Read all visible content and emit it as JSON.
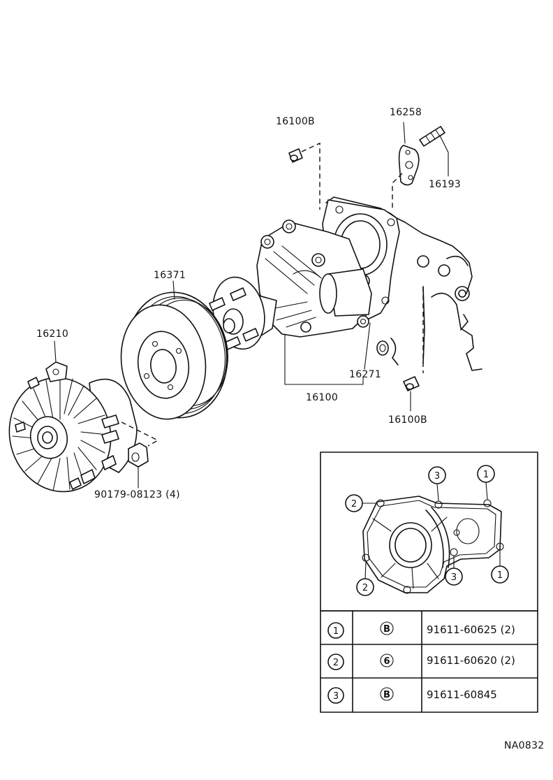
{
  "parts": {
    "p16100B_top": "16100B",
    "p16258": "16258",
    "p16193": "16193",
    "p16371": "16371",
    "p16210": "16210",
    "p16271": "16271",
    "p16100": "16100",
    "p16100B_bottom": "16100B",
    "p90179": "90179-08123 (4)"
  },
  "detail": {
    "callouts": [
      "1",
      "2",
      "3"
    ]
  },
  "bolt_table": {
    "rows": [
      {
        "num": "1",
        "mark": "B",
        "part": "91611-60625 (2)"
      },
      {
        "num": "2",
        "mark": "6",
        "part": "91611-60620 (2)"
      },
      {
        "num": "3",
        "mark": "B",
        "part": "91611-60845"
      }
    ]
  },
  "footer": {
    "code": "NA0832"
  }
}
